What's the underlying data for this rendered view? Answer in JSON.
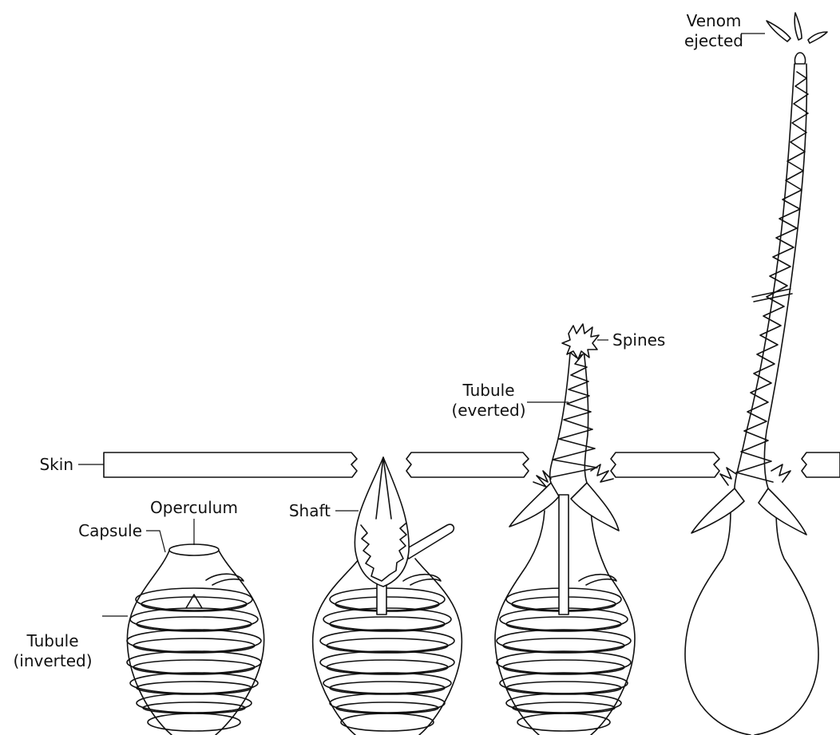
{
  "labels": {
    "skin": "Skin",
    "operculum": "Operculum",
    "capsule": "Capsule",
    "tubule_inverted_1": "Tubule",
    "tubule_inverted_2": "(inverted)",
    "shaft": "Shaft",
    "tubule_everted_1": "Tubule",
    "tubule_everted_2": "(everted)",
    "spines": "Spines",
    "venom_1": "Venom",
    "venom_2": "ejected"
  },
  "stages": [
    "stage-1-resting",
    "stage-2-shaft-penetration",
    "stage-3-tubule-eversion",
    "stage-4-venom-ejection"
  ]
}
